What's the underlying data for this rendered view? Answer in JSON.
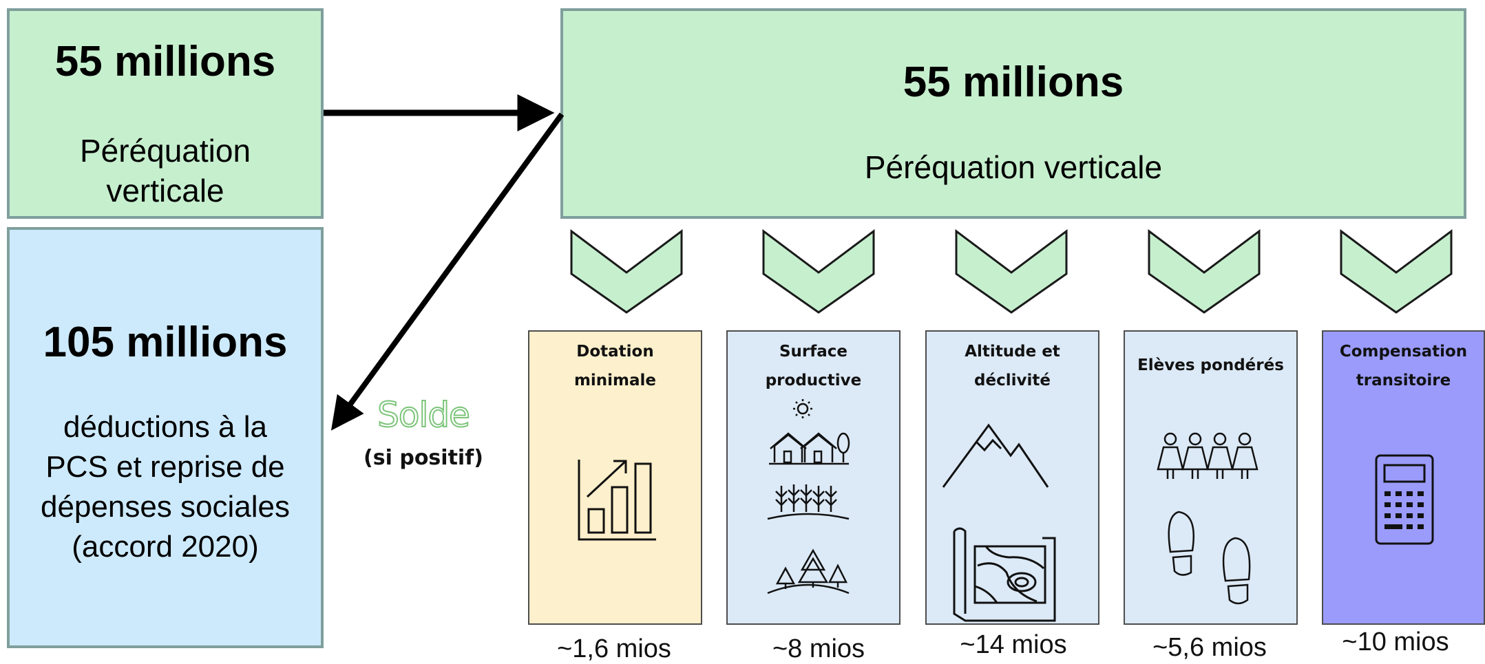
{
  "source": {
    "amount": "55 millions",
    "label": "Péréquation verticale"
  },
  "main": {
    "amount": "55 millions",
    "label": "Péréquation verticale"
  },
  "deductions": {
    "amount": "105 millions",
    "label": "déductions à la PCS et reprise de dépenses sociales (accord 2020)"
  },
  "solde": {
    "label": "Solde",
    "note": "(si positif)"
  },
  "criteria": [
    {
      "title": "Dotation\nminimale",
      "amount": "~1,6 mios",
      "icon": "bar-chart-growth-icon",
      "color": "#fdf0cc"
    },
    {
      "title": "Surface\nproductive",
      "amount": "~8 mios",
      "icon": "houses-crops-forest-icon",
      "color": "#dce9f6"
    },
    {
      "title": "Altitude et\ndéclivité",
      "amount": "~14 mios",
      "icon": "mountain-map-icon",
      "color": "#dce9f6"
    },
    {
      "title": "Elèves pondérés",
      "amount": "~5,6 mios",
      "icon": "pupils-footprints-icon",
      "color": "#dce9f6"
    },
    {
      "title": "Compensation\ntransitoire",
      "amount": "~10 mios",
      "icon": "calculator-icon",
      "color": "#9a9bfb"
    }
  ],
  "colors": {
    "green": "#c6efce",
    "blue": "#cdeafc",
    "border": "#7f9f9c",
    "solde": "#7cc47a"
  }
}
